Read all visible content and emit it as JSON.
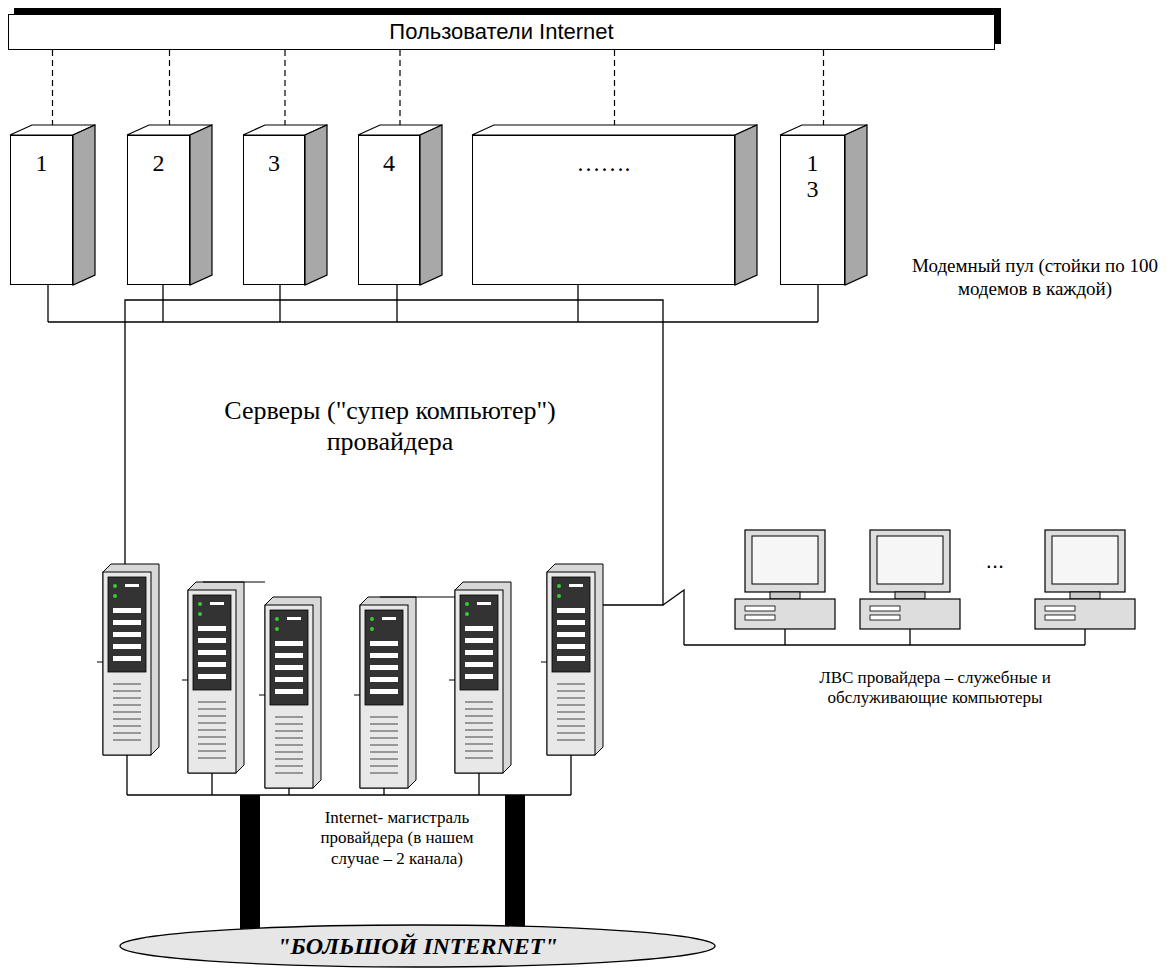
{
  "diagram": {
    "nodes": [
      {
        "text": [
          "Пользователи Internet"
        ]
      },
      {
        "text": [
          "1"
        ]
      },
      {
        "text": [
          "2"
        ]
      },
      {
        "text": [
          "3"
        ]
      },
      {
        "text": [
          "4"
        ]
      },
      {
        "text": [
          "……."
        ]
      },
      {
        "text": [
          "1 3"
        ]
      },
      {
        "text": [
          "\"БОЛЬШОЙ INTERNET\""
        ]
      }
    ],
    "edges": [
      {
        "from": 0,
        "to": 1,
        "arrow": "none"
      },
      {
        "from": 0,
        "to": 2,
        "arrow": "none"
      },
      {
        "from": 0,
        "to": 3,
        "arrow": "none"
      },
      {
        "from": 0,
        "to": 4,
        "arrow": "none"
      },
      {
        "from": 0,
        "to": 5,
        "arrow": "none"
      },
      {
        "from": 0,
        "to": 6,
        "arrow": "none"
      }
    ],
    "labels": [
      "Модемный пул (стойки по 100 модемов в каждой)",
      "Серверы (\"супер компьютер\") провайдера",
      "...",
      "ЛВС провайдера – служебные и обслуживающие компьютеры",
      "Internet- магистраль провайдера (в нашем случае – 2 канала)"
    ]
  }
}
